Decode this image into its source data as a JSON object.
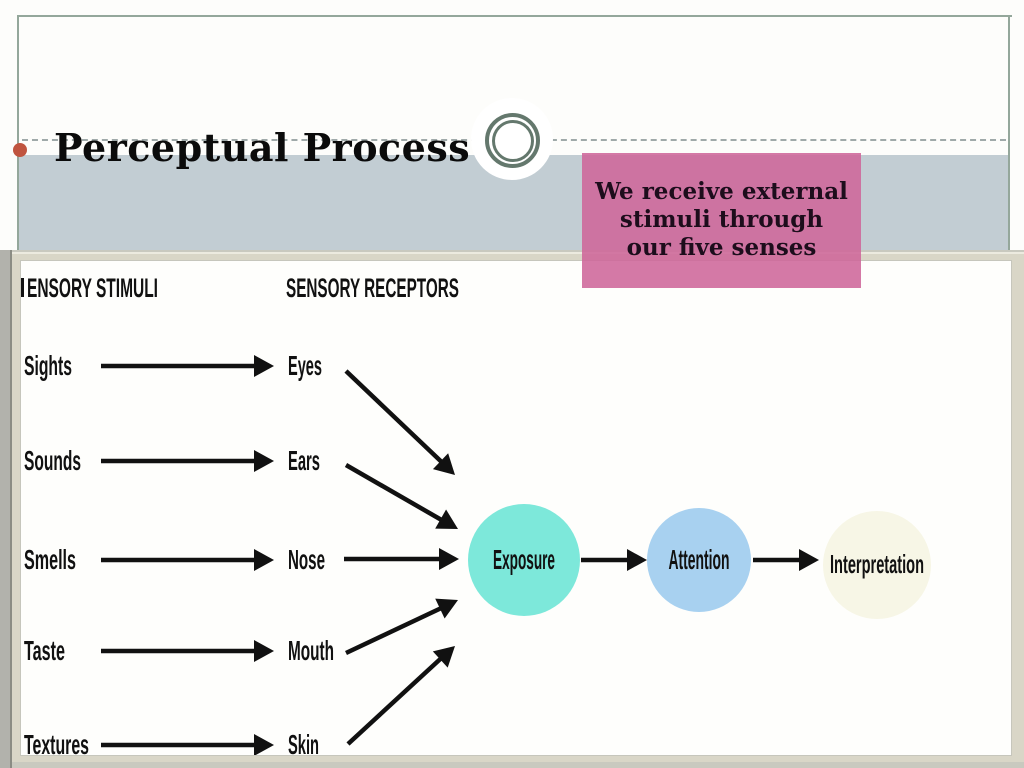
{
  "slide": {
    "title": "Perceptual Process",
    "callout_lines": [
      "We receive external",
      "stimuli through",
      "our five senses"
    ]
  },
  "diagram": {
    "col1_header": "ENSORY STIMULI",
    "col2_header": "SENSORY RECEPTORS",
    "rows": [
      {
        "stimulus": "Sights",
        "receptor": "Eyes"
      },
      {
        "stimulus": "Sounds",
        "receptor": "Ears"
      },
      {
        "stimulus": "Smells",
        "receptor": "Nose"
      },
      {
        "stimulus": "Taste",
        "receptor": "Mouth"
      },
      {
        "stimulus": "Textures",
        "receptor": "Skin"
      }
    ],
    "stages": [
      {
        "label": "Exposure",
        "color": "#7de8da"
      },
      {
        "label": "Attention",
        "color": "#a8d1f0"
      },
      {
        "label": "Interpretation",
        "color": "#f7f6e6"
      }
    ]
  },
  "colors": {
    "bullet_accent": "#c0543f",
    "title_band": "#c2cdd3",
    "callout_bg": "#ce679a",
    "callout_text": "#1d0d1c",
    "slide_border": "#94a79b",
    "ornament_ring": "#64786d",
    "paper_edge": "#d9d6c7"
  }
}
